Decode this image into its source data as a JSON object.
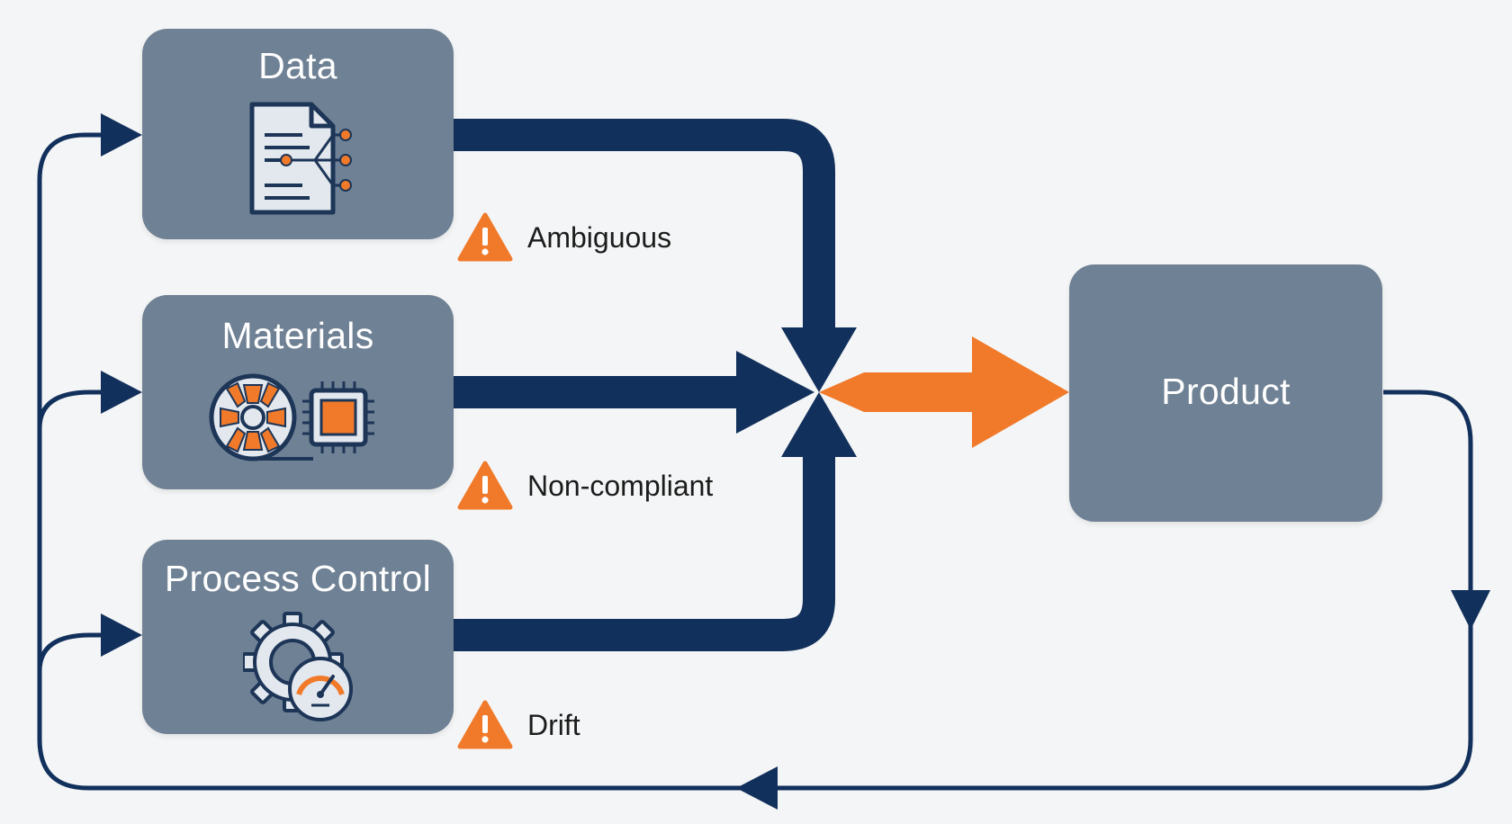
{
  "nodes": {
    "data": {
      "title": "Data",
      "icon": "document-network-icon"
    },
    "materials": {
      "title": "Materials",
      "icon": "film-reel-and-chip-icon"
    },
    "process_control": {
      "title": "Process Control",
      "icon": "gear-gauge-icon"
    },
    "product": {
      "title": "Product"
    }
  },
  "warnings": [
    {
      "label": "Ambiguous",
      "icon": "warning-icon"
    },
    {
      "label": "Non-compliant",
      "icon": "warning-icon"
    },
    {
      "label": "Drift",
      "icon": "warning-icon"
    }
  ],
  "colors": {
    "box": "#6f8194",
    "navy": "#12305c",
    "accent": "#f07a2a",
    "background": "#f4f5f6"
  }
}
